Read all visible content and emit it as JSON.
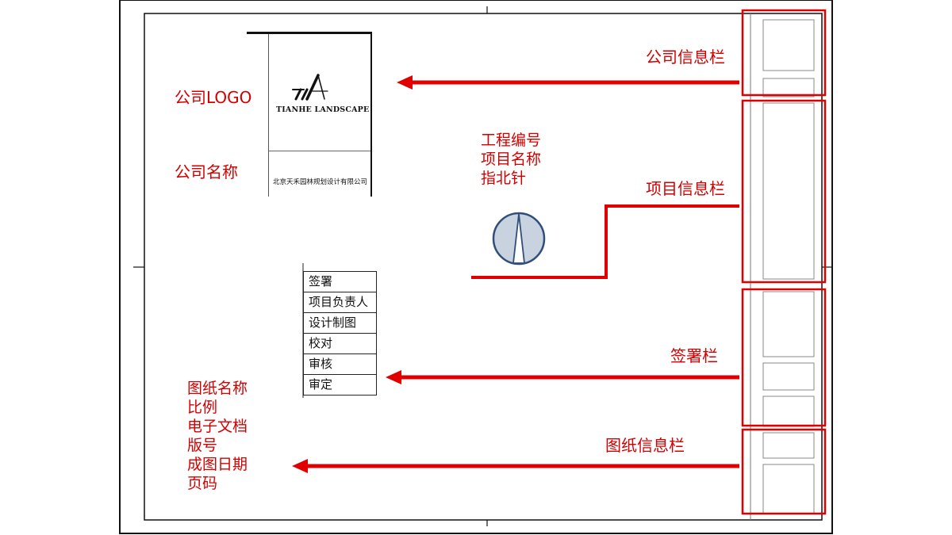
{
  "left_labels": {
    "company_logo": "公司LOGO",
    "company_name": "公司名称"
  },
  "logo": {
    "mark": "TA",
    "brand": "TIANHE LANDSCAPE",
    "company_cn": "北京天禾园林规划设计有限公司"
  },
  "project_list": [
    "工程编号",
    "项目名称",
    "指北针"
  ],
  "signature_table": {
    "rows": [
      "签署",
      "项目负责人",
      "设计制图",
      "校对",
      "审核",
      "审定"
    ]
  },
  "drawing_list": [
    "图纸名称",
    "比例",
    "电子文档",
    "版号",
    "成图日期",
    "页码"
  ],
  "right_labels": {
    "company_info": "公司信息栏",
    "project_info": "项目信息栏",
    "signature": "签署栏",
    "drawing_info": "图纸信息栏"
  },
  "colors": {
    "annotation_red": "#e00000",
    "label_red": "#d40000",
    "compass_fill": "#c9d3e0",
    "compass_stroke": "#2f4f7a"
  }
}
